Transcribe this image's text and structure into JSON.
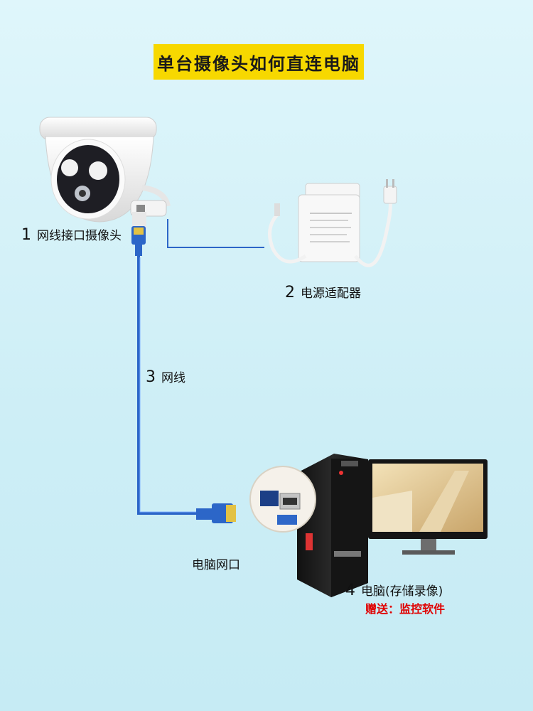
{
  "title": "单台摄像头如何直连电脑",
  "steps": [
    {
      "num": "1",
      "label": "网线接口摄像头"
    },
    {
      "num": "2",
      "label": "电源适配器"
    },
    {
      "num": "3",
      "label": "网线"
    },
    {
      "num": "4",
      "label": "电脑(存储录像)"
    }
  ],
  "pc_port_label": "电脑网口",
  "gift_text": "赠送：监控软件",
  "colors": {
    "title_bg": "#f7d800",
    "cable": "#2c66c8",
    "gift": "#e00000"
  }
}
